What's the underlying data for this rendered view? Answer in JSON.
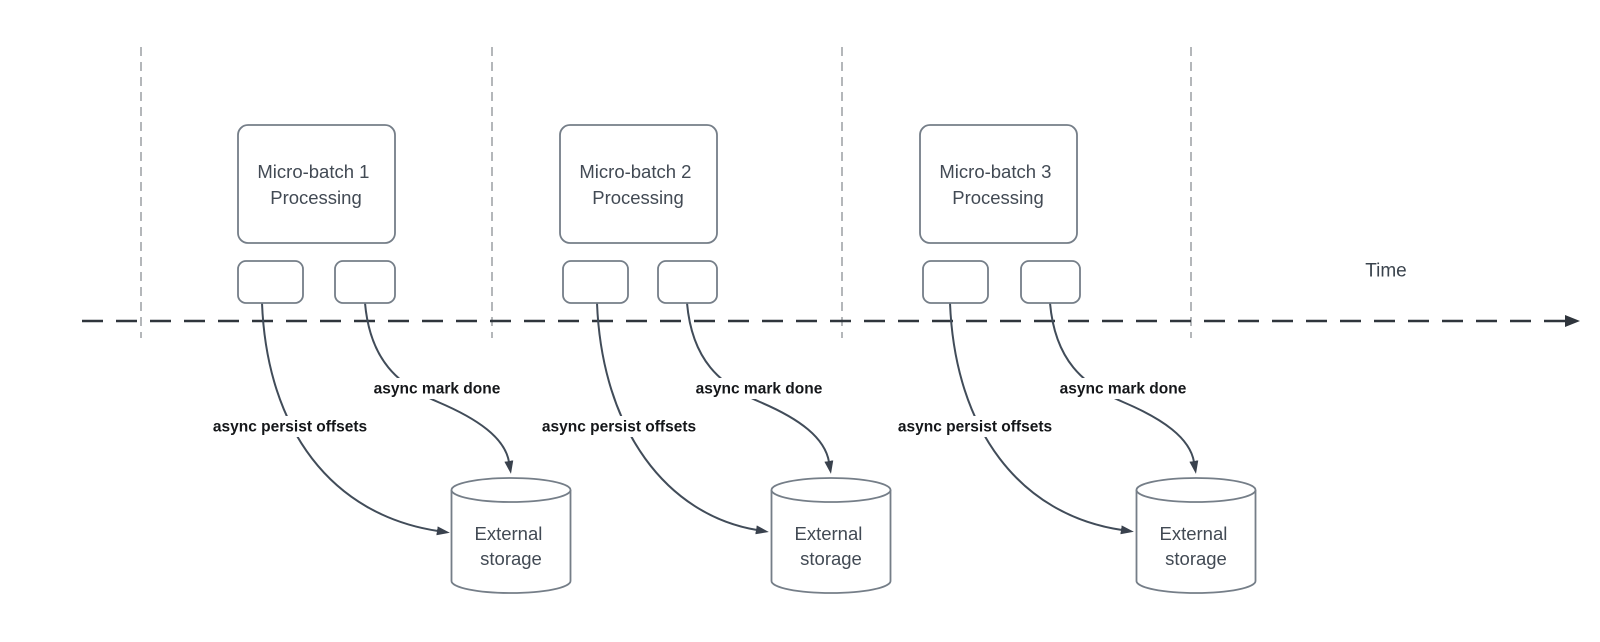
{
  "timeline": {
    "label": "Time"
  },
  "sections": [
    {
      "batch_line1": "Micro-batch 1",
      "batch_line2": "Processing",
      "persist_label": "async persist offsets",
      "mark_done_label": "async mark done",
      "storage_line1": "External",
      "storage_line2": "storage"
    },
    {
      "batch_line1": "Micro-batch 2",
      "batch_line2": "Processing",
      "persist_label": "async persist offsets",
      "mark_done_label": "async mark done",
      "storage_line1": "External",
      "storage_line2": "storage"
    },
    {
      "batch_line1": "Micro-batch 3",
      "batch_line2": "Processing",
      "persist_label": "async persist offsets",
      "mark_done_label": "async mark done",
      "storage_line1": "External",
      "storage_line2": "storage"
    }
  ],
  "colors": {
    "connector": "#414c59",
    "arrowhead": "#39414d",
    "shape_border": "#757e88",
    "timeline": "#2f353c",
    "guide_line": "#b4b7ba",
    "label_text": "#15171a",
    "shape_text": "#424a54",
    "background": "#ffffff"
  }
}
